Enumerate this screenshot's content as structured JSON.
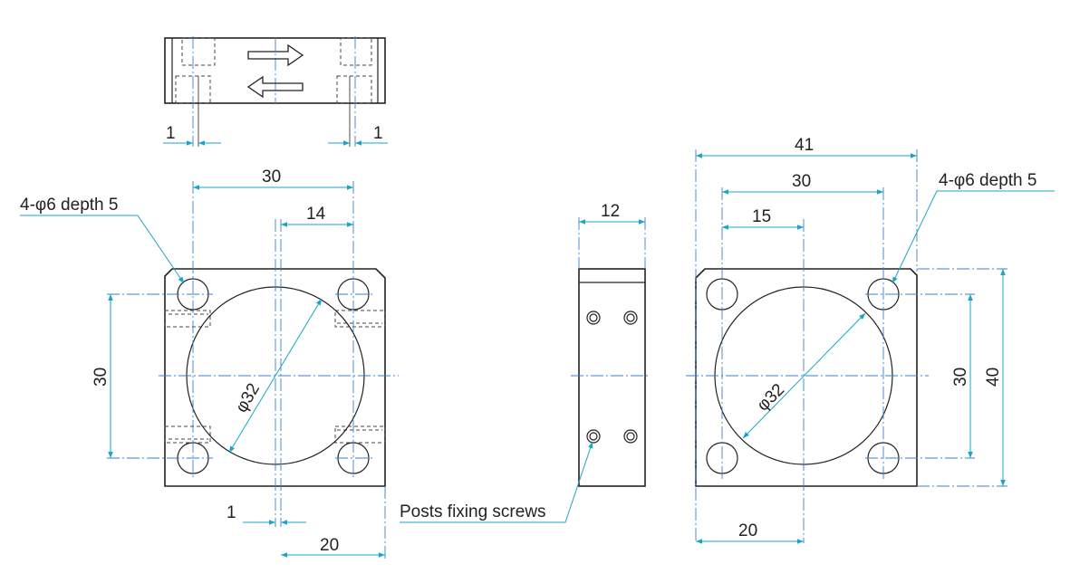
{
  "dimensions": {
    "top_left_offset": "1",
    "top_right_offset": "1",
    "front_hole_pitch_h": "30",
    "front_half_pitch": "14",
    "front_hole_pitch_v": "30",
    "front_bore_dia": "φ32",
    "front_center_offset": "1",
    "front_center_to_edge": "20",
    "side_thickness": "12",
    "rear_width": "41",
    "rear_hole_pitch_h": "30",
    "rear_half_pitch": "15",
    "rear_hole_pitch_v": "30",
    "rear_height": "40",
    "rear_bore_dia": "φ32",
    "rear_center_to_edge": "20"
  },
  "notes": {
    "holes_front": "4-φ6 depth 5",
    "holes_rear": "4-φ6 depth 5",
    "posts_screws": "Posts fixing screws"
  },
  "colors": {
    "outline": "#222222",
    "dimension": "#1aa5c8",
    "centerline": "#3a7fd0"
  }
}
